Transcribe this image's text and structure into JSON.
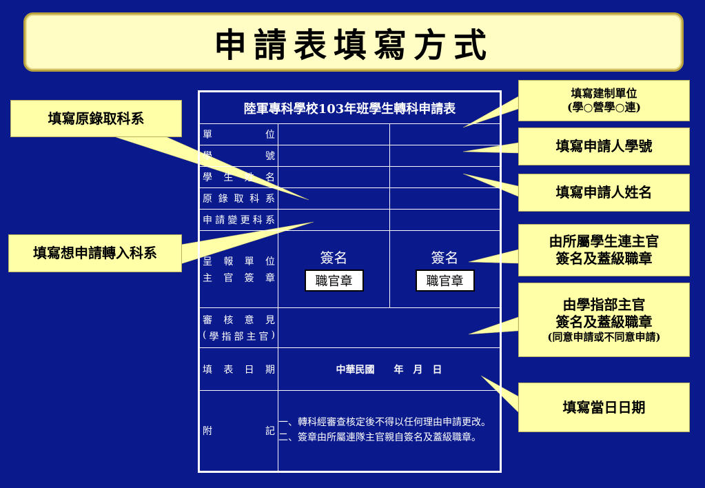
{
  "title": "申請表填寫方式",
  "form": {
    "header": "陸軍專科學校103年班學生轉科申請表",
    "rows": {
      "unit": "單位",
      "student_id": "學號",
      "student_name": "學生姓名",
      "orig_dept": "原錄取科系",
      "change_dept": "申請變更科系",
      "sign_line1": "呈報單位",
      "sign_line2": "主官簽章",
      "review_line1": "審核意見",
      "review_line2": "(學指部主官)",
      "date_label": "填表日期",
      "notes_label": "附記"
    },
    "signature": {
      "label1": "簽名",
      "stamp1": "職官章",
      "label2": "簽名",
      "stamp2": "職官章"
    },
    "date_value": "中華民國　　年　月　日",
    "notes": [
      "一、轉科經審查核定後不得以任何理由申請更改。",
      "二、簽章由所屬連隊主官親自簽名及蓋級職章。"
    ]
  },
  "callouts": {
    "orig_dept": "填寫原錄取科系",
    "target_dept": "填寫想申請轉入科系",
    "unit_line1": "填寫建制單位",
    "unit_line2": "(學○營學○連)",
    "student_id": "填寫申請人學號",
    "student_name": "填寫申請人姓名",
    "company_sign_line1": "由所屬學生連主官",
    "company_sign_line2": "簽名及蓋級職章",
    "command_sign_line1": "由學指部主官",
    "command_sign_line2": "簽名及蓋級職章",
    "command_sign_line3": "(同意申請或不同意申請)",
    "date": "填寫當日日期"
  },
  "colors": {
    "background": "#0a1a8c",
    "callout": "#ffffa8",
    "title_box": "#fffcc4"
  }
}
